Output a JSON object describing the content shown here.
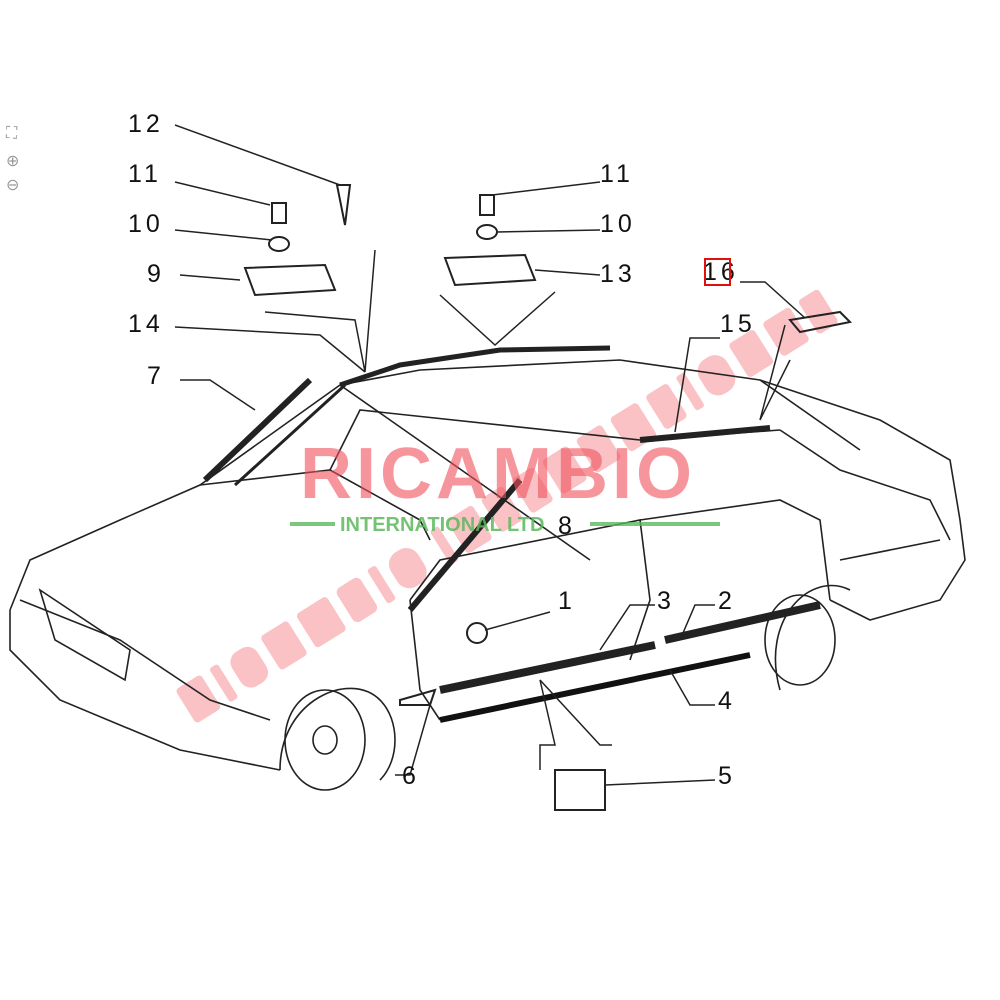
{
  "toolbar": {
    "fit_icon": "fit-screen-icon",
    "zoom_in_icon": "zoom-in-icon",
    "zoom_out_icon": "zoom-out-icon"
  },
  "callouts": {
    "c12": "12",
    "c11_left": "11",
    "c10_left": "10",
    "c9": "9",
    "c14": "14",
    "c7": "7",
    "c11_right": "11",
    "c10_right": "10",
    "c13": "13",
    "c16": "16",
    "c15": "15",
    "c8": "8",
    "c1": "1",
    "c3": "3",
    "c2": "2",
    "c4": "4",
    "c6": "6",
    "c5": "5"
  },
  "highlight_color": "#e01010",
  "watermark": {
    "brand": "RICAMBIO",
    "sub": "INTERNATIONAL LTD",
    "diagonal": "RICAMBIO INTERNATIONAL",
    "color": "#f0505a",
    "green": "#5cb85c"
  }
}
